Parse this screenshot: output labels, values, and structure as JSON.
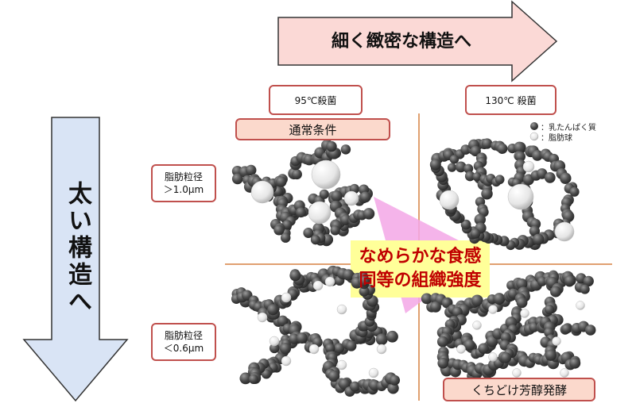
{
  "top_arrow": {
    "label": "細く緻密な構造へ"
  },
  "left_arrow": {
    "label": "太い構造へ"
  },
  "columns": {
    "left_header": "95℃殺菌",
    "right_header": "130℃ 殺菌"
  },
  "conditions": {
    "standard": "通常条件",
    "melt": "くちどけ芳醇発酵"
  },
  "rows": {
    "top_line1": "脂肪粒径",
    "top_line2": "＞1.0μm",
    "bottom_line1": "脂肪粒径",
    "bottom_line2": "＜0.6μm"
  },
  "legend": {
    "protein": "：乳たんぱく質",
    "fat": "：脂肪球"
  },
  "center": {
    "line1": "なめらかな食感",
    "line2": "同等の組織強度"
  },
  "colors": {
    "accent": "#c0504d",
    "arrow_pink": "#fbd9d6",
    "arrow_blue": "#d9e4f5",
    "center_text": "#c00000",
    "center_bg": "#ffff99",
    "protein": "#555555",
    "fat": "#eeeeee"
  }
}
